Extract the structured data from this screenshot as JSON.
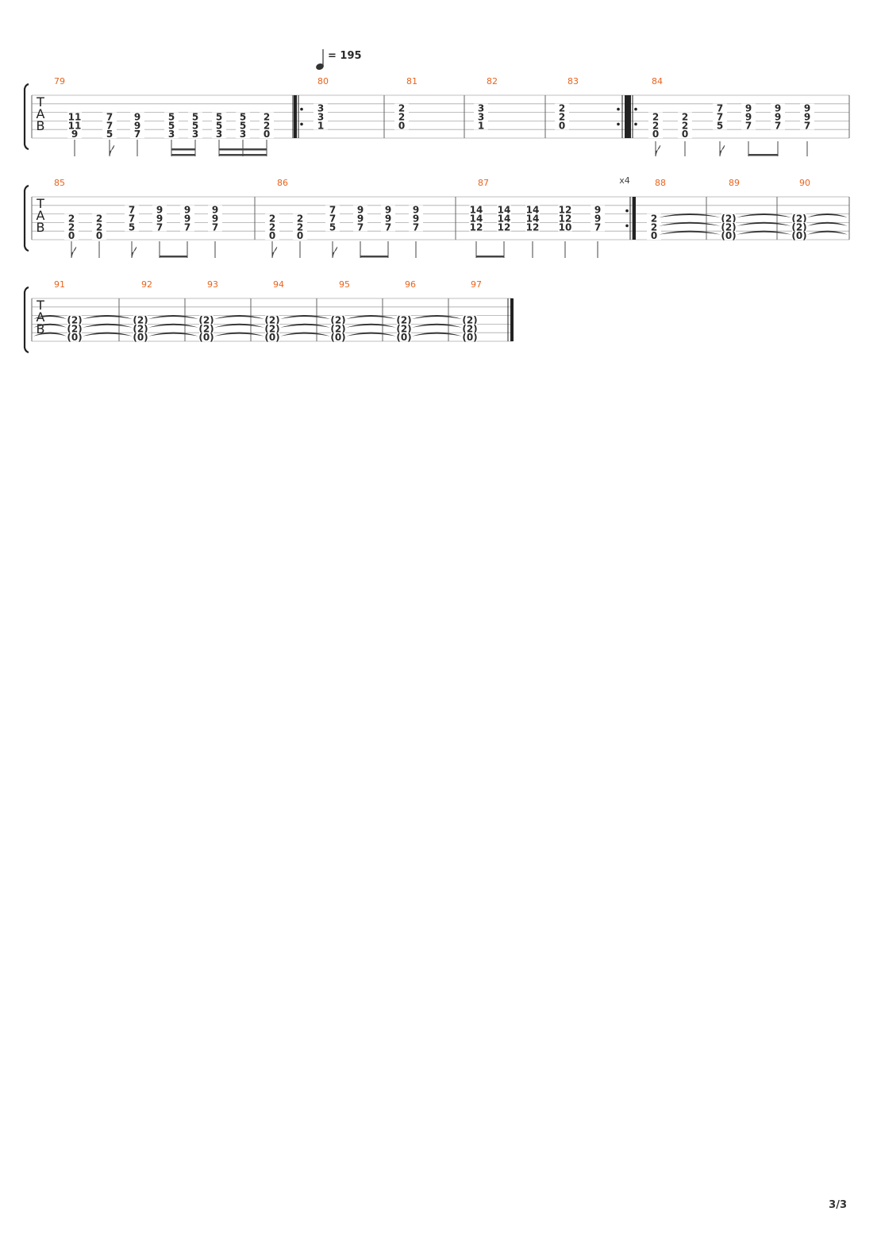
{
  "tempo": {
    "symbol": "quarter-note",
    "text": "= 195"
  },
  "tab_clef": [
    "T",
    "A",
    "B"
  ],
  "repeat_count": "x4",
  "page_number": "3/3",
  "systems": [
    {
      "measures": [
        {
          "number": "79",
          "notes": [
            {
              "frets": [
                "11",
                "11",
                "9"
              ],
              "strings": [
                3,
                4,
                5
              ]
            },
            {
              "frets": [
                "7",
                "7",
                "5"
              ],
              "strings": [
                3,
                4,
                5
              ]
            },
            {
              "frets": [
                "9",
                "9",
                "7"
              ],
              "strings": [
                3,
                4,
                5
              ]
            },
            {
              "frets": [
                "5",
                "5",
                "3"
              ],
              "strings": [
                3,
                4,
                5
              ]
            },
            {
              "frets": [
                "5",
                "5",
                "3"
              ],
              "strings": [
                3,
                4,
                5
              ]
            },
            {
              "frets": [
                "5",
                "5",
                "3"
              ],
              "strings": [
                3,
                4,
                5
              ]
            },
            {
              "frets": [
                "5",
                "5",
                "3"
              ],
              "strings": [
                3,
                4,
                5
              ]
            },
            {
              "frets": [
                "2",
                "2",
                "0"
              ],
              "strings": [
                3,
                4,
                5
              ]
            }
          ]
        },
        {
          "number": "80",
          "notes": [
            {
              "frets": [
                "3",
                "3",
                "1"
              ],
              "strings": [
                2,
                3,
                4
              ]
            }
          ]
        },
        {
          "number": "81",
          "notes": [
            {
              "frets": [
                "2",
                "2",
                "0"
              ],
              "strings": [
                2,
                3,
                4
              ]
            }
          ]
        },
        {
          "number": "82",
          "notes": [
            {
              "frets": [
                "3",
                "3",
                "1"
              ],
              "strings": [
                2,
                3,
                4
              ]
            }
          ]
        },
        {
          "number": "83",
          "notes": [
            {
              "frets": [
                "2",
                "2",
                "0"
              ],
              "strings": [
                2,
                3,
                4
              ]
            }
          ]
        },
        {
          "number": "84",
          "notes": [
            {
              "frets": [
                "2",
                "2",
                "0"
              ],
              "strings": [
                3,
                4,
                5
              ]
            },
            {
              "frets": [
                "2",
                "2",
                "0"
              ],
              "strings": [
                3,
                4,
                5
              ]
            },
            {
              "frets": [
                "7",
                "7",
                "5"
              ],
              "strings": [
                2,
                3,
                4
              ]
            },
            {
              "frets": [
                "9",
                "9",
                "7"
              ],
              "strings": [
                2,
                3,
                4
              ]
            },
            {
              "frets": [
                "9",
                "9",
                "7"
              ],
              "strings": [
                2,
                3,
                4
              ]
            },
            {
              "frets": [
                "9",
                "9",
                "7"
              ],
              "strings": [
                2,
                3,
                4
              ]
            }
          ]
        }
      ]
    },
    {
      "measures": [
        {
          "number": "85",
          "notes": [
            {
              "frets": [
                "2",
                "2",
                "0"
              ],
              "strings": [
                3,
                4,
                5
              ]
            },
            {
              "frets": [
                "2",
                "2",
                "0"
              ],
              "strings": [
                3,
                4,
                5
              ]
            },
            {
              "frets": [
                "7",
                "7",
                "5"
              ],
              "strings": [
                2,
                3,
                4
              ]
            },
            {
              "frets": [
                "9",
                "9",
                "7"
              ],
              "strings": [
                2,
                3,
                4
              ]
            },
            {
              "frets": [
                "9",
                "9",
                "7"
              ],
              "strings": [
                2,
                3,
                4
              ]
            },
            {
              "frets": [
                "9",
                "9",
                "7"
              ],
              "strings": [
                2,
                3,
                4
              ]
            }
          ]
        },
        {
          "number": "86",
          "notes": [
            {
              "frets": [
                "2",
                "2",
                "0"
              ],
              "strings": [
                3,
                4,
                5
              ]
            },
            {
              "frets": [
                "2",
                "2",
                "0"
              ],
              "strings": [
                3,
                4,
                5
              ]
            },
            {
              "frets": [
                "7",
                "7",
                "5"
              ],
              "strings": [
                2,
                3,
                4
              ]
            },
            {
              "frets": [
                "9",
                "9",
                "7"
              ],
              "strings": [
                2,
                3,
                4
              ]
            },
            {
              "frets": [
                "9",
                "9",
                "7"
              ],
              "strings": [
                2,
                3,
                4
              ]
            },
            {
              "frets": [
                "9",
                "9",
                "7"
              ],
              "strings": [
                2,
                3,
                4
              ]
            }
          ]
        },
        {
          "number": "87",
          "notes": [
            {
              "frets": [
                "14",
                "14",
                "12"
              ],
              "strings": [
                2,
                3,
                4
              ]
            },
            {
              "frets": [
                "14",
                "14",
                "12"
              ],
              "strings": [
                2,
                3,
                4
              ]
            },
            {
              "frets": [
                "14",
                "14",
                "12"
              ],
              "strings": [
                2,
                3,
                4
              ]
            },
            {
              "frets": [
                "12",
                "12",
                "10"
              ],
              "strings": [
                2,
                3,
                4
              ]
            },
            {
              "frets": [
                "9",
                "9",
                "7"
              ],
              "strings": [
                2,
                3,
                4
              ]
            }
          ]
        },
        {
          "number": "88",
          "notes": [
            {
              "frets": [
                "2",
                "2",
                "0"
              ],
              "strings": [
                3,
                4,
                5
              ]
            }
          ]
        },
        {
          "number": "89",
          "notes": [
            {
              "frets": [
                "(2)",
                "(2)",
                "(0)"
              ],
              "strings": [
                3,
                4,
                5
              ]
            }
          ]
        },
        {
          "number": "90",
          "notes": [
            {
              "frets": [
                "(2)",
                "(2)",
                "(0)"
              ],
              "strings": [
                3,
                4,
                5
              ]
            }
          ]
        }
      ]
    },
    {
      "measures": [
        {
          "number": "91",
          "notes": [
            {
              "frets": [
                "(2)",
                "(2)",
                "(0)"
              ],
              "strings": [
                3,
                4,
                5
              ]
            }
          ]
        },
        {
          "number": "92",
          "notes": [
            {
              "frets": [
                "(2)",
                "(2)",
                "(0)"
              ],
              "strings": [
                3,
                4,
                5
              ]
            }
          ]
        },
        {
          "number": "93",
          "notes": [
            {
              "frets": [
                "(2)",
                "(2)",
                "(0)"
              ],
              "strings": [
                3,
                4,
                5
              ]
            }
          ]
        },
        {
          "number": "94",
          "notes": [
            {
              "frets": [
                "(2)",
                "(2)",
                "(0)"
              ],
              "strings": [
                3,
                4,
                5
              ]
            }
          ]
        },
        {
          "number": "95",
          "notes": [
            {
              "frets": [
                "(2)",
                "(2)",
                "(0)"
              ],
              "strings": [
                3,
                4,
                5
              ]
            }
          ]
        },
        {
          "number": "96",
          "notes": [
            {
              "frets": [
                "(2)",
                "(2)",
                "(0)"
              ],
              "strings": [
                3,
                4,
                5
              ]
            }
          ]
        },
        {
          "number": "97",
          "notes": [
            {
              "frets": [
                "(2)",
                "(2)",
                "(0)"
              ],
              "strings": [
                3,
                4,
                5
              ]
            }
          ]
        }
      ]
    }
  ]
}
